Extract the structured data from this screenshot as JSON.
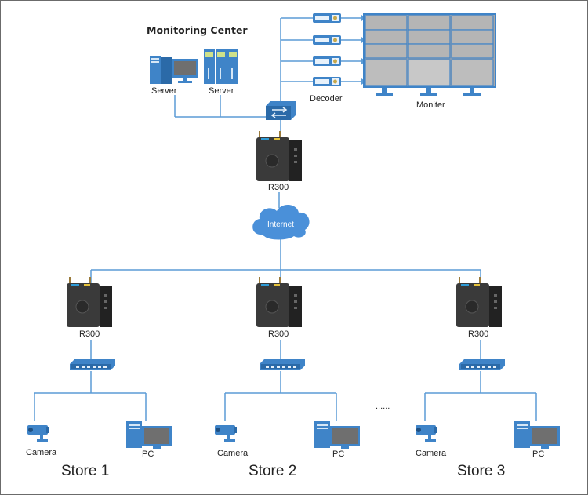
{
  "labels": {
    "monitoring_center": "Monitoring Center",
    "server": "Server",
    "decoder": "Decoder",
    "monitor": "Moniter",
    "router": "R300",
    "internet": "Internet",
    "camera": "Camera",
    "pc": "PC",
    "ellipsis": "......"
  },
  "stores": [
    {
      "name": "Store 1"
    },
    {
      "name": "Store 2"
    },
    {
      "name": "Store 3"
    }
  ],
  "colors": {
    "wire": "#5b9bd5",
    "device_blue": "#3f84c8",
    "router_dark": "#333333",
    "cloud": "#4a90d9",
    "monitor_screen": "#b8b8b8"
  }
}
